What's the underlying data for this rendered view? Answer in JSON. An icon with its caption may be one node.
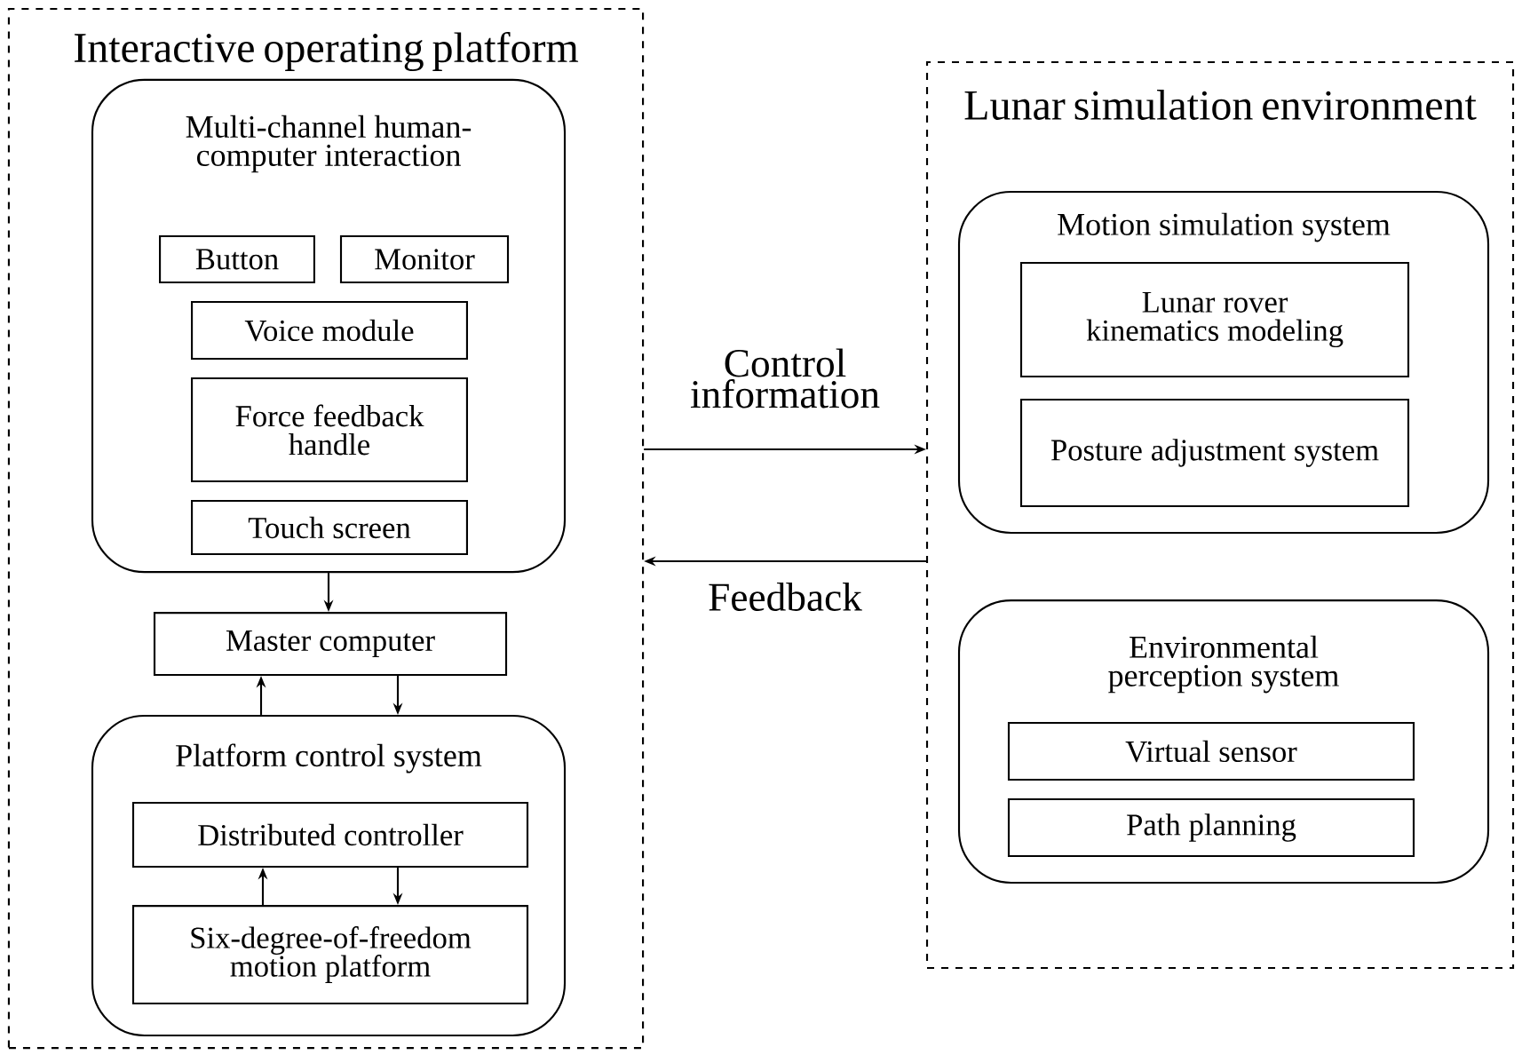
{
  "diagram": {
    "nodes": [
      {
        "text": [
          "Interactive operating platform"
        ]
      },
      {
        "text": [
          "Multi-channel human-computer interaction"
        ],
        "in": 0
      },
      {
        "text": [
          "Button"
        ],
        "in": 1
      },
      {
        "text": [
          "Monitor"
        ],
        "in": 1
      },
      {
        "text": [
          "Voice module"
        ],
        "in": 1
      },
      {
        "text": [
          "Force feedback handle"
        ],
        "in": 1
      },
      {
        "text": [
          "Touch screen"
        ],
        "in": 1
      },
      {
        "text": [
          "Master computer"
        ],
        "in": 0
      },
      {
        "text": [
          "Platform control system"
        ],
        "in": 0
      },
      {
        "text": [
          "Distributed controller"
        ],
        "in": 8
      },
      {
        "text": [
          "Six-degree-of-freedom motion platform"
        ],
        "in": 8
      },
      {
        "text": [
          "Lunar simulation environment"
        ]
      },
      {
        "text": [
          "Motion simulation system"
        ],
        "in": 11
      },
      {
        "text": [
          "Lunar rover kinematics modeling"
        ],
        "in": 12
      },
      {
        "text": [
          "Posture adjustment system"
        ],
        "in": 12
      },
      {
        "text": [
          "Environmental perception system"
        ],
        "in": 11
      },
      {
        "text": [
          "Virtual sensor"
        ],
        "in": 15
      },
      {
        "text": [
          "Path planning"
        ],
        "in": 15
      }
    ],
    "edges": [
      {
        "from": 1,
        "to": 7,
        "arrow": "to"
      },
      {
        "from": 8,
        "to": 7,
        "arrow": "to"
      },
      {
        "from": 7,
        "to": 8,
        "arrow": "to"
      },
      {
        "from": 10,
        "to": 9,
        "arrow": "to"
      },
      {
        "from": 9,
        "to": 10,
        "arrow": "to"
      },
      {
        "from": 0,
        "to": 11,
        "arrow": "to",
        "label": "Control information"
      },
      {
        "from": 11,
        "to": 0,
        "arrow": "to",
        "label": "Feedback"
      }
    ]
  }
}
